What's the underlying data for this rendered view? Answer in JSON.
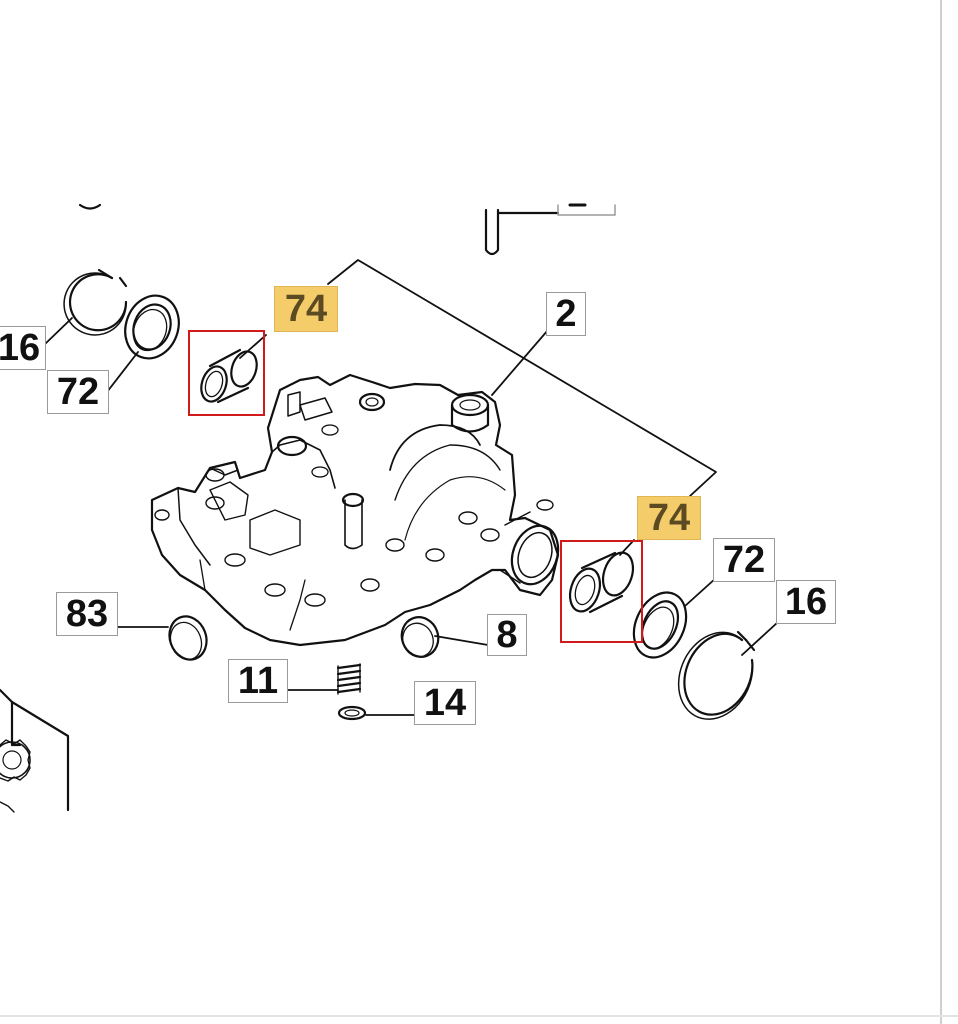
{
  "diagram": {
    "callouts": {
      "part_74_a": "74",
      "part_74_b": "74",
      "part_2": "2",
      "part_16_left": "16",
      "part_72_left": "72",
      "part_72_right": "72",
      "part_16_right": "16",
      "part_83": "83",
      "part_8": "8",
      "part_11": "11",
      "part_14": "14"
    },
    "colors": {
      "highlight": "#f5cc6a",
      "selection_box": "#d11a1a",
      "line": "#111111",
      "label_border": "#9a9a9a"
    }
  }
}
